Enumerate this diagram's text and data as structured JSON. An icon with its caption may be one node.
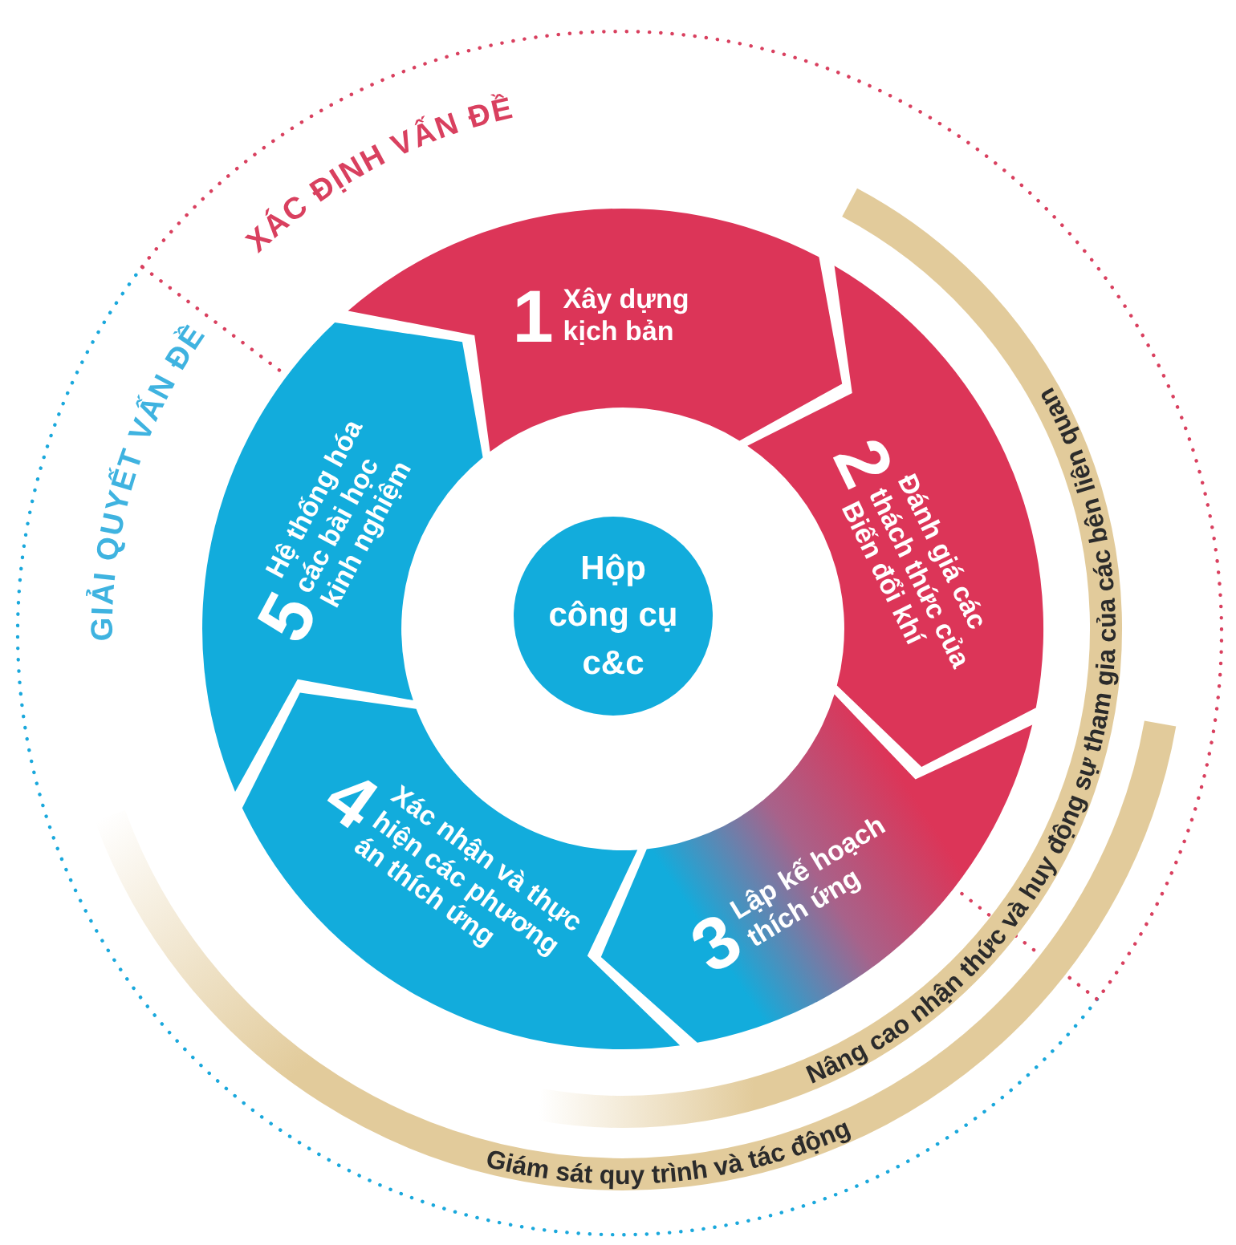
{
  "diagram": {
    "nodes": [
      {
        "text": [
          "1",
          "Xây dựng kịch bản"
        ]
      },
      {
        "text": [
          "2",
          "Đánh giá các thách thức của Biến đổi khí"
        ]
      },
      {
        "text": [
          "3",
          "Lập kế hoạch thích ứng"
        ]
      },
      {
        "text": [
          "4",
          "Xác nhận và thực hiện các phương án thích ứng"
        ]
      },
      {
        "text": [
          "5",
          "Hệ thống hóa các bài học kinh nghiệm"
        ]
      },
      {
        "text": [
          "Hộp công cụ c&c"
        ]
      },
      {
        "text": [
          "Nâng cao nhận thức và huy động sự tham gia của các bên liên quan"
        ]
      },
      {
        "text": [
          "Giám sát quy trình và tác động"
        ]
      }
    ],
    "labels": [
      "XÁC ĐỊNH VẤN ĐỀ",
      "GIẢI QUYẾT VẤN ĐỀ"
    ]
  }
}
